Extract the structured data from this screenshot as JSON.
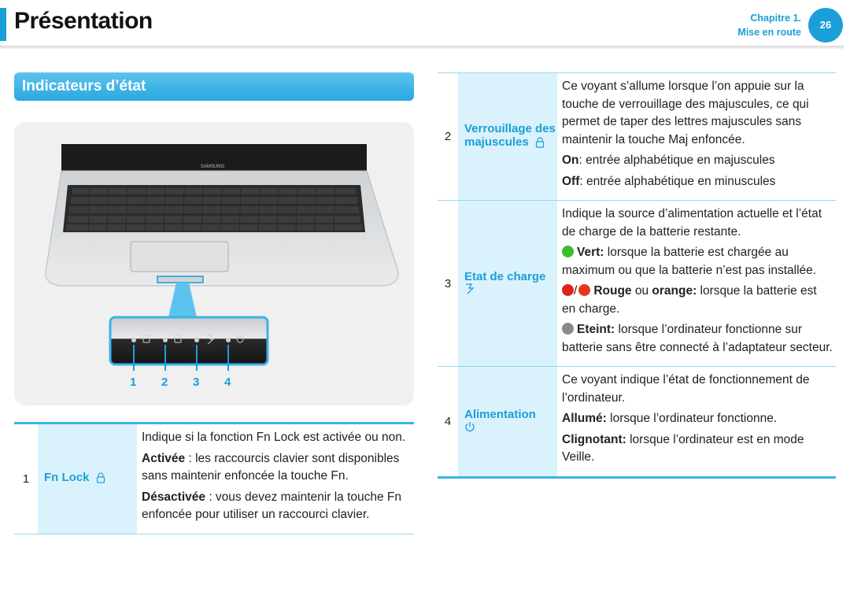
{
  "header": {
    "title": "Présentation",
    "chapter": "Chapitre 1.",
    "chapter_sub": "Mise en route",
    "page_number": "26"
  },
  "section": {
    "heading": "Indicateurs d’état"
  },
  "image": {
    "brand": "SAMSUNG",
    "callout_numbers": [
      "1",
      "2",
      "3",
      "4"
    ]
  },
  "left_table": {
    "rows": [
      {
        "number": "1",
        "name": "Fn Lock",
        "icon": "fn-lock-icon",
        "intro": "Indique si la fonction Fn Lock est activée ou non.",
        "on_label": "Activée",
        "on_text": " : les raccourcis clavier sont disponibles sans maintenir enfoncée la touche Fn.",
        "off_label": "Désactivée",
        "off_text": " : vous devez maintenir la touche Fn enfoncée pour utiliser un raccourci clavier."
      }
    ]
  },
  "right_table": {
    "caps": {
      "number": "2",
      "name": "Verrouillage des majuscules",
      "icon": "caps-lock-icon",
      "intro": "Ce voyant s’allume lorsque l’on appuie sur la touche de verrouillage des majuscules, ce qui permet de taper des lettres majuscules sans maintenir la touche Maj enfoncée.",
      "on_label": "On",
      "on_text": ": entrée alphabétique en majuscules",
      "off_label": "Off",
      "off_text": ": entrée alphabétique en minuscules"
    },
    "charge": {
      "number": "3",
      "name": "Etat de charge",
      "icon": "battery-charge-icon",
      "intro": "Indique la source d’alimentation actuelle et l’état de charge de la batterie restante.",
      "green_label": "Vert:",
      "green_text": " lorsque la batterie est chargée au maximum ou que la batterie n’est pas installée.",
      "red_label": "Rouge",
      "or_text": " ou ",
      "orange_label": "orange:",
      "redorange_text": " lorsque la batterie est en charge.",
      "off_label": "Eteint:",
      "off_text": " lorsque l’ordinateur fonctionne sur batterie sans être connecté à l’adaptateur secteur.",
      "colors": {
        "green": "#3dbb2f",
        "red": "#e0241b",
        "orange": "#ef6c12",
        "gray": "#8a8a8a"
      }
    },
    "power": {
      "number": "4",
      "name": "Alimentation",
      "icon": "power-icon",
      "intro": "Ce voyant indique l’état de fonctionnement de l’ordinateur.",
      "on_label": "Allumé:",
      "on_text": " lorsque l’ordinateur fonctionne.",
      "blink_label": "Clignotant:",
      "blink_text": " lorsque l’ordinateur est en mode Veille."
    }
  },
  "colors": {
    "accent": "#1a9fd8",
    "cell_bg": "#daf2fc"
  }
}
